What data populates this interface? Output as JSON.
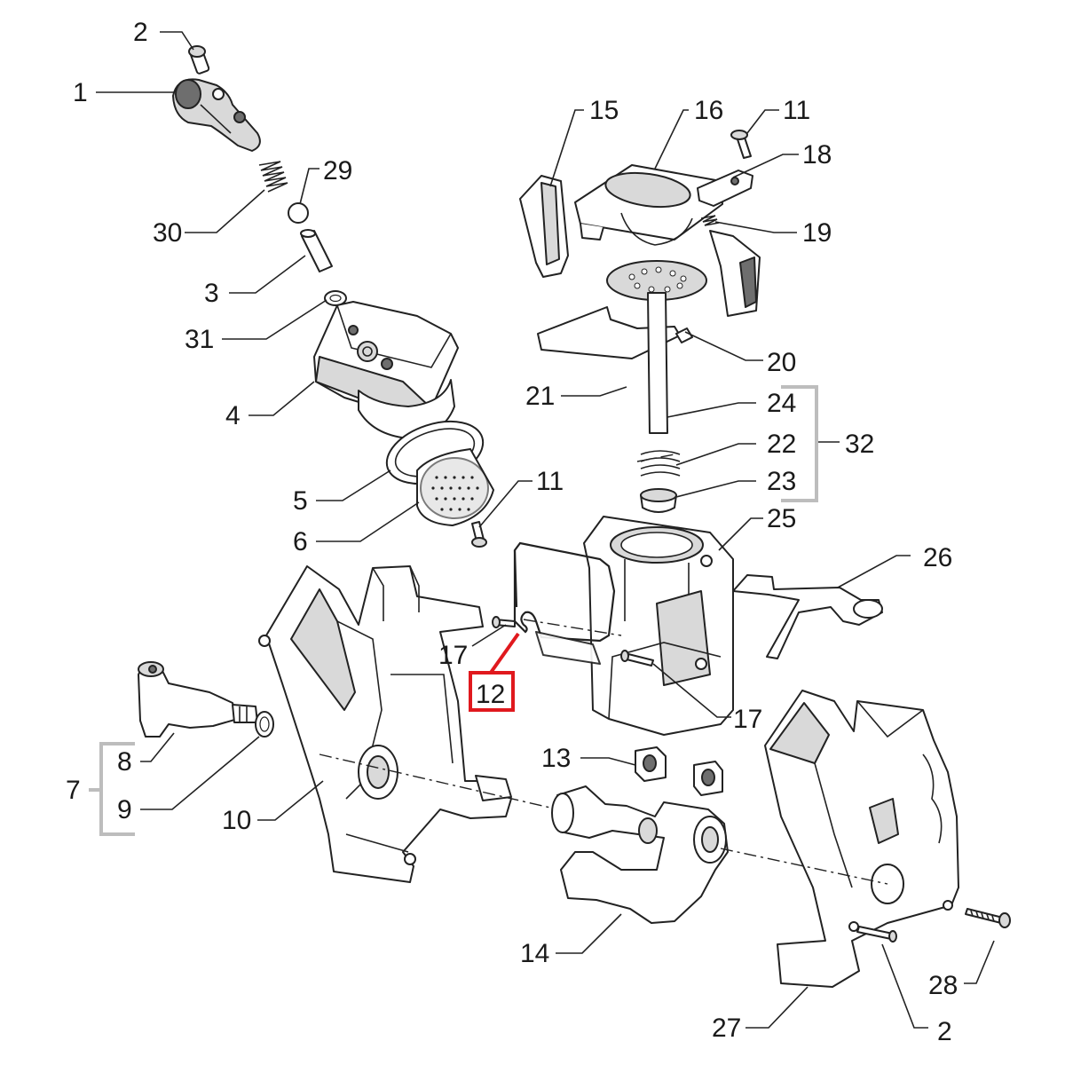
{
  "diagram": {
    "callouts": {
      "c1": "1",
      "c2a": "2",
      "c2b": "2",
      "c3": "3",
      "c4": "4",
      "c5": "5",
      "c6": "6",
      "c7": "7",
      "c8": "8",
      "c9": "9",
      "c10": "10",
      "c11a": "11",
      "c11b": "11",
      "c12": "12",
      "c13": "13",
      "c14": "14",
      "c15": "15",
      "c16": "16",
      "c17a": "17",
      "c17b": "17",
      "c18": "18",
      "c19": "19",
      "c20": "20",
      "c21": "21",
      "c22": "22",
      "c23": "23",
      "c24": "24",
      "c25": "25",
      "c26": "26",
      "c27": "27",
      "c28": "28",
      "c29": "29",
      "c30": "30",
      "c31": "31",
      "c32": "32"
    },
    "highlighted_part": "12",
    "colors": {
      "highlight": "#e0191e",
      "line": "#222222",
      "group_bracket": "#bdbdbd"
    }
  }
}
